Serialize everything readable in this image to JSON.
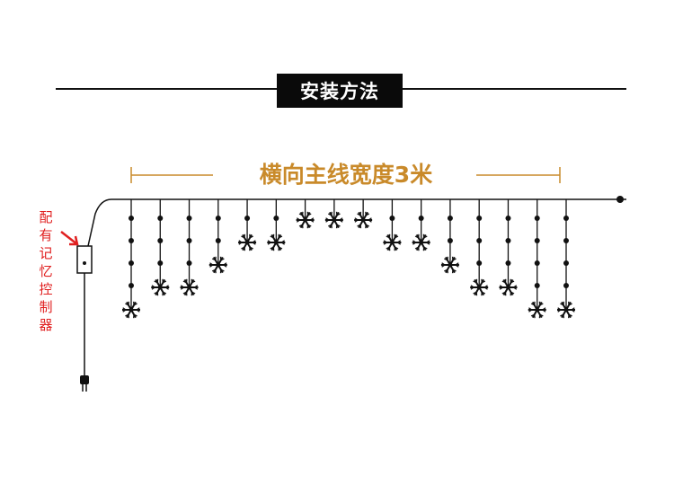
{
  "title": "安装方法",
  "width_label": "横向主线宽度3米",
  "controller_label": [
    "配",
    "有",
    "记",
    "忆",
    "控",
    "制",
    "器"
  ],
  "colors": {
    "title_bg": "#0a0a0a",
    "title_text": "#ffffff",
    "width_label": "#c98a2a",
    "controller_label": "#e02020",
    "wire": "#111111"
  },
  "strands": [
    {
      "dots": 4,
      "flake": true
    },
    {
      "dots": 3,
      "flake": true
    },
    {
      "dots": 3,
      "flake": true
    },
    {
      "dots": 2,
      "flake": true
    },
    {
      "dots": 1,
      "flake": true
    },
    {
      "dots": 1,
      "flake": true
    },
    {
      "dots": 0,
      "flake": true
    },
    {
      "dots": 0,
      "flake": true
    },
    {
      "dots": 0,
      "flake": true
    },
    {
      "dots": 1,
      "flake": true
    },
    {
      "dots": 1,
      "flake": true
    },
    {
      "dots": 2,
      "flake": true
    },
    {
      "dots": 3,
      "flake": true
    },
    {
      "dots": 3,
      "flake": true
    },
    {
      "dots": 4,
      "flake": true
    },
    {
      "dots": 4,
      "flake": true
    }
  ]
}
